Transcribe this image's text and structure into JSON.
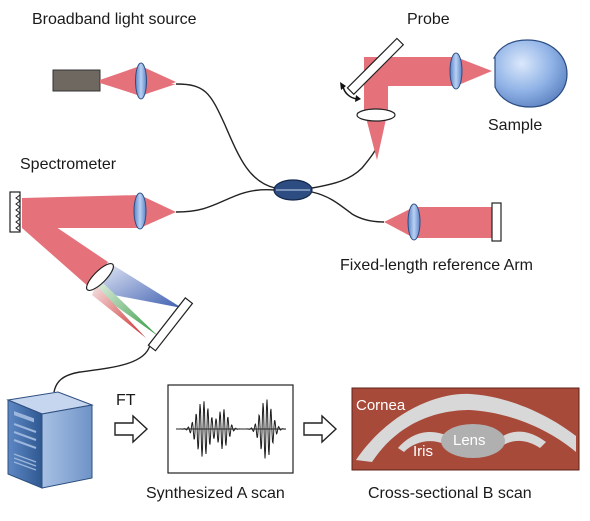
{
  "labels": {
    "light_source": "Broadband light source",
    "probe": "Probe",
    "sample": "Sample",
    "spectrometer": "Spectrometer",
    "reference_arm": "Fixed-length reference Arm",
    "ft": "FT",
    "a_scan": "Synthesized A scan",
    "b_scan": "Cross-sectional B scan",
    "cornea": "Cornea",
    "iris": "Iris",
    "lens": "Lens"
  },
  "colors": {
    "beam": "#e5727a",
    "lens": "#7fa3dc",
    "coupler": "#2d4d82",
    "tissue": "#a84a3a",
    "sample": "#8fb2e6"
  }
}
